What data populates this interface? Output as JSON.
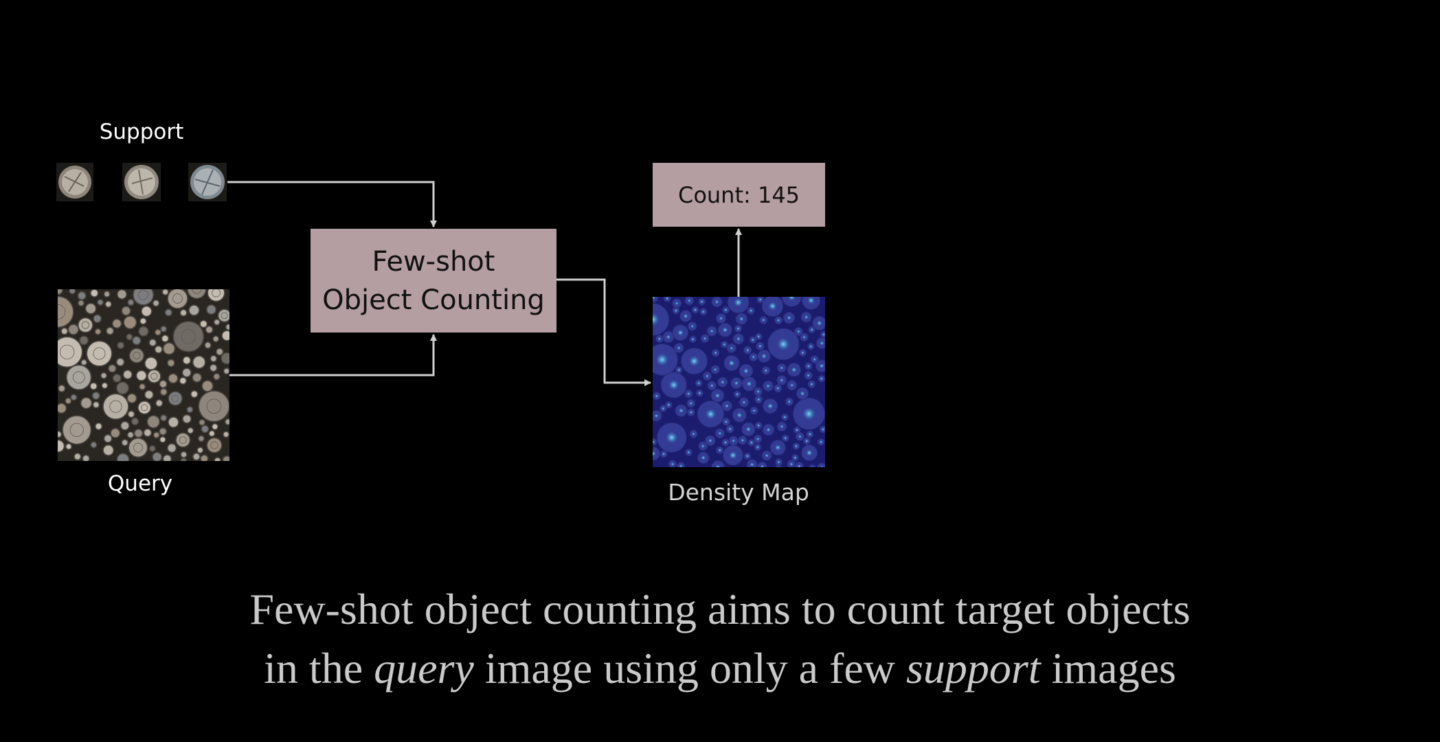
{
  "support": {
    "label": "Support",
    "thumbnails": [
      "support-log-1",
      "support-log-2",
      "support-log-3"
    ]
  },
  "query": {
    "label": "Query"
  },
  "model_box": {
    "line1": "Few-shot",
    "line2": "Object Counting"
  },
  "count_box": {
    "text": "Count: 145"
  },
  "density_map": {
    "label": "Density Map"
  },
  "caption": {
    "line1": "Few-shot object counting aims to count target objects",
    "line2_part1": "in the ",
    "line2_query": "query",
    "line2_part2": " image using only a few ",
    "line2_support": "support",
    "line2_part3": " images"
  },
  "colors": {
    "background": "#000000",
    "box_fill": "#b59ea2",
    "arrow": "#cfcfcf",
    "caption_text": "#c9c9c9",
    "density_base": "#1c1c6e"
  }
}
